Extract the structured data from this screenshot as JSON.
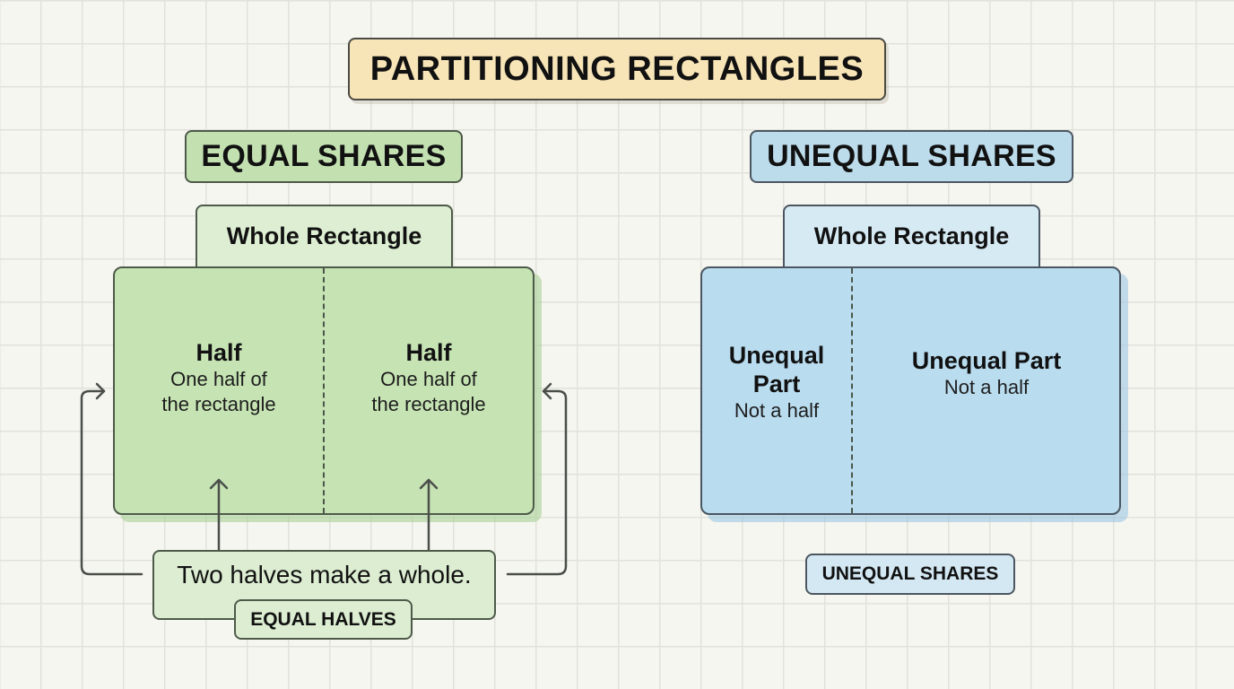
{
  "title": "PARTITIONING RECTANGLES",
  "equal": {
    "header": "EQUAL SHARES",
    "whole_label": "Whole Rectangle",
    "parts": [
      {
        "title": "Half",
        "subtitle_line1": "One half of",
        "subtitle_line2": "the rectangle"
      },
      {
        "title": "Half",
        "subtitle_line1": "One half of",
        "subtitle_line2": "the rectangle"
      }
    ],
    "caption": "Two halves make a whole.",
    "badge": "EQUAL HALVES",
    "colors": {
      "header": "#c3e0b1",
      "rect": "#c5e3b3",
      "light": "#ddeed2"
    }
  },
  "unequal": {
    "header": "UNEQUAL SHARES",
    "whole_label": "Whole Rectangle",
    "parts": [
      {
        "title_line1": "Unequal",
        "title_line2": "Part",
        "subtitle": "Not a half"
      },
      {
        "title": "Unequal Part",
        "subtitle": "Not a half"
      }
    ],
    "badge": "UNEQUAL SHARES",
    "colors": {
      "header": "#bcdcec",
      "rect": "#b9dcef",
      "light": "#d6eaf4"
    }
  },
  "title_color": "#f7e5b8"
}
